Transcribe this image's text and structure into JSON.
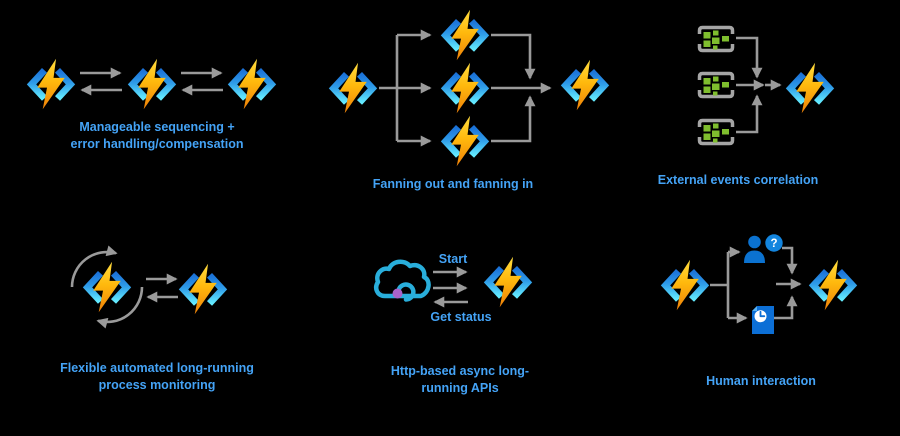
{
  "diagram": {
    "background_color": "#000000",
    "caption_color": "#44A3F6",
    "arrow_color": "#9A9A9A",
    "panels": [
      {
        "name": "manageable-sequencing",
        "caption_lines": [
          "Manageable sequencing +",
          "error handling/compensation"
        ]
      },
      {
        "name": "fanning-out-and-in",
        "caption_lines": [
          "Fanning out and fanning in"
        ]
      },
      {
        "name": "external-events-correlation",
        "caption_lines": [
          "External events correlation"
        ]
      },
      {
        "name": "long-running-process-monitoring",
        "caption_lines": [
          "Flexible automated long-running",
          "process monitoring"
        ]
      },
      {
        "name": "http-async-apis",
        "caption_lines": [
          "Http-based async long-",
          "running APIs"
        ],
        "arrow_labels": {
          "start": "Start",
          "get_status": "Get status"
        }
      },
      {
        "name": "human-interaction",
        "caption_lines": [
          "Human interaction"
        ],
        "question_badge": "?"
      }
    ],
    "icons": {
      "azure_functions": {
        "name": "azure-functions-icon",
        "bolt_top": "#FFDC3F",
        "bolt_bottom": "#EF8108",
        "chevron_top": "#1B72D8",
        "chevron_bottom": "#64EBFF"
      },
      "event_source": {
        "name": "event-source-icon",
        "frame": "#A5A5A5",
        "squares": "#7FBE2E"
      },
      "http_cloud": {
        "name": "http-cloud-icon",
        "stroke": "#29AEDB",
        "dot": "#A863C9"
      },
      "person": {
        "name": "person-question-icon",
        "fill": "#0B72D0",
        "badge": "#1385DE"
      },
      "document_status": {
        "name": "document-clock-icon",
        "fill": "#0C6FD6",
        "fold": "#57B2F2"
      }
    }
  }
}
